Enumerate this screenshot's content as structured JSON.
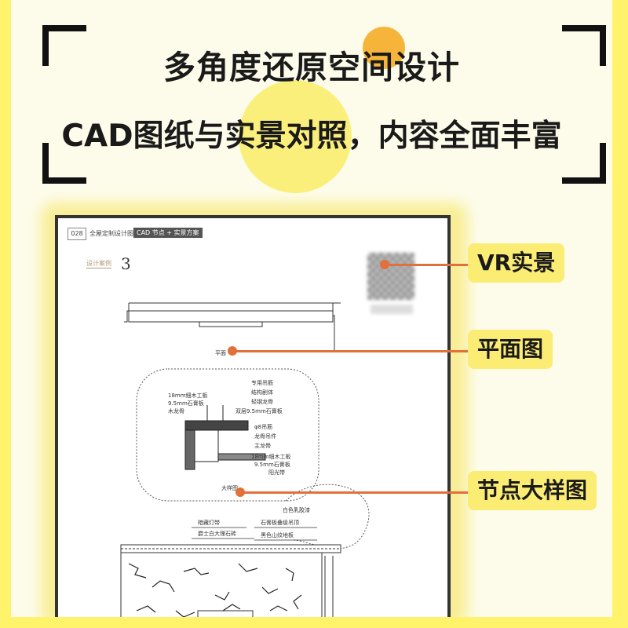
{
  "headline": {
    "line1": "多角度还原空间设计",
    "line2": "CAD图纸与实景对照，内容全面丰富"
  },
  "document": {
    "page_number": "028",
    "header_title": "全屋定制设计图集",
    "header_tag": "CAD 节点 + 实景方案",
    "case_label": "设计案例",
    "case_number": "3",
    "plan_label": "平面",
    "detail_label": "大样图",
    "detail_annotations_left": [
      "18mm细木工板",
      "9.5mm石膏板",
      "木龙骨"
    ],
    "detail_annotations_right": [
      "专用吊筋",
      "结构剧体",
      "轻钢龙骨",
      "双层9.5mm石膏板",
      "φ8吊筋",
      "龙骨吊件",
      "主龙骨",
      "18mm细木工板",
      "9.5mm石膏板",
      "阳光带"
    ],
    "section_annotations_left": [
      "暗藏灯带",
      "爵士白大理石砖"
    ],
    "section_annotations_right": [
      "白色乳胶漆",
      "石膏板叠级吊顶",
      "黑色山纹地板"
    ]
  },
  "callouts": {
    "vr": "VR实景",
    "plan": "平面图",
    "detail": "节点大样图"
  },
  "colors": {
    "background": "#fff36b",
    "panel": "#fdfcea",
    "accent_orange": "#e2703a",
    "callout_bg": "#fbec74"
  }
}
